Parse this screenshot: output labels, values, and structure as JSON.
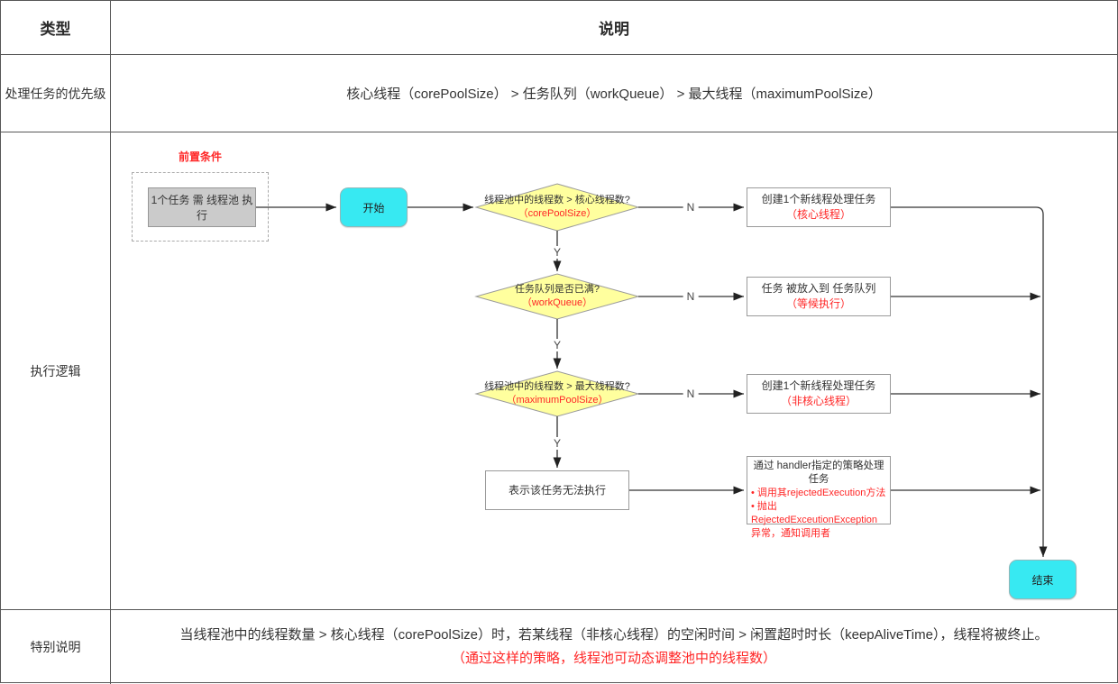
{
  "table": {
    "header": {
      "col1": "类型",
      "col2": "说明"
    },
    "row_priority": {
      "label": "处理任务的优先级",
      "content": "核心线程（corePoolSize） > 任务队列（workQueue） > 最大线程（maximumPoolSize）"
    },
    "row_logic": {
      "label": "执行逻辑"
    },
    "row_special": {
      "label": "特别说明",
      "line1": "当线程池中的线程数量 > 核心线程（corePoolSize）时，若某线程（非核心线程）的空闲时间 > 闲置超时时长（keepAliveTime），线程将被终止。",
      "line2": "（通过这样的策略，线程池可动态调整池中的线程数）"
    }
  },
  "flowchart": {
    "precondition_label": "前置条件",
    "task_node": "1个任务 需 线程池 执行",
    "start_node": "开始",
    "end_node": "结束",
    "decision1": {
      "line1": "线程池中的线程数 > 核心线程数?",
      "line2": "（corePoolSize）"
    },
    "decision2": {
      "line1": "任务队列是否已满?",
      "line2": "（workQueue）"
    },
    "decision3": {
      "line1": "线程池中的线程数 > 最大线程数?",
      "line2": "（maximumPoolSize）"
    },
    "box1": {
      "line1": "创建1个新线程处理任务",
      "line2": "（核心线程）"
    },
    "box2": {
      "line1": "任务 被放入到 任务队列",
      "line2": "（等候执行）"
    },
    "box3": {
      "line1": "创建1个新线程处理任务",
      "line2": "（非核心线程）"
    },
    "box4": "表示该任务无法执行",
    "handler_box": {
      "title": "通过 handler指定的策略处理任务",
      "bullet1": "• 调用其rejectedExecution方法",
      "bullet2": "• 抛出RejectedExceutionException异常，通知调用者"
    },
    "labels": {
      "n": "N",
      "y": "Y"
    },
    "colors": {
      "accent_red": "#ff2626",
      "diamond_fill": "#ffff9e",
      "cyan_fill": "#37e9f2",
      "gray_fill": "#cbcbcb",
      "line": "#333333",
      "shape_border": "#999999"
    }
  }
}
